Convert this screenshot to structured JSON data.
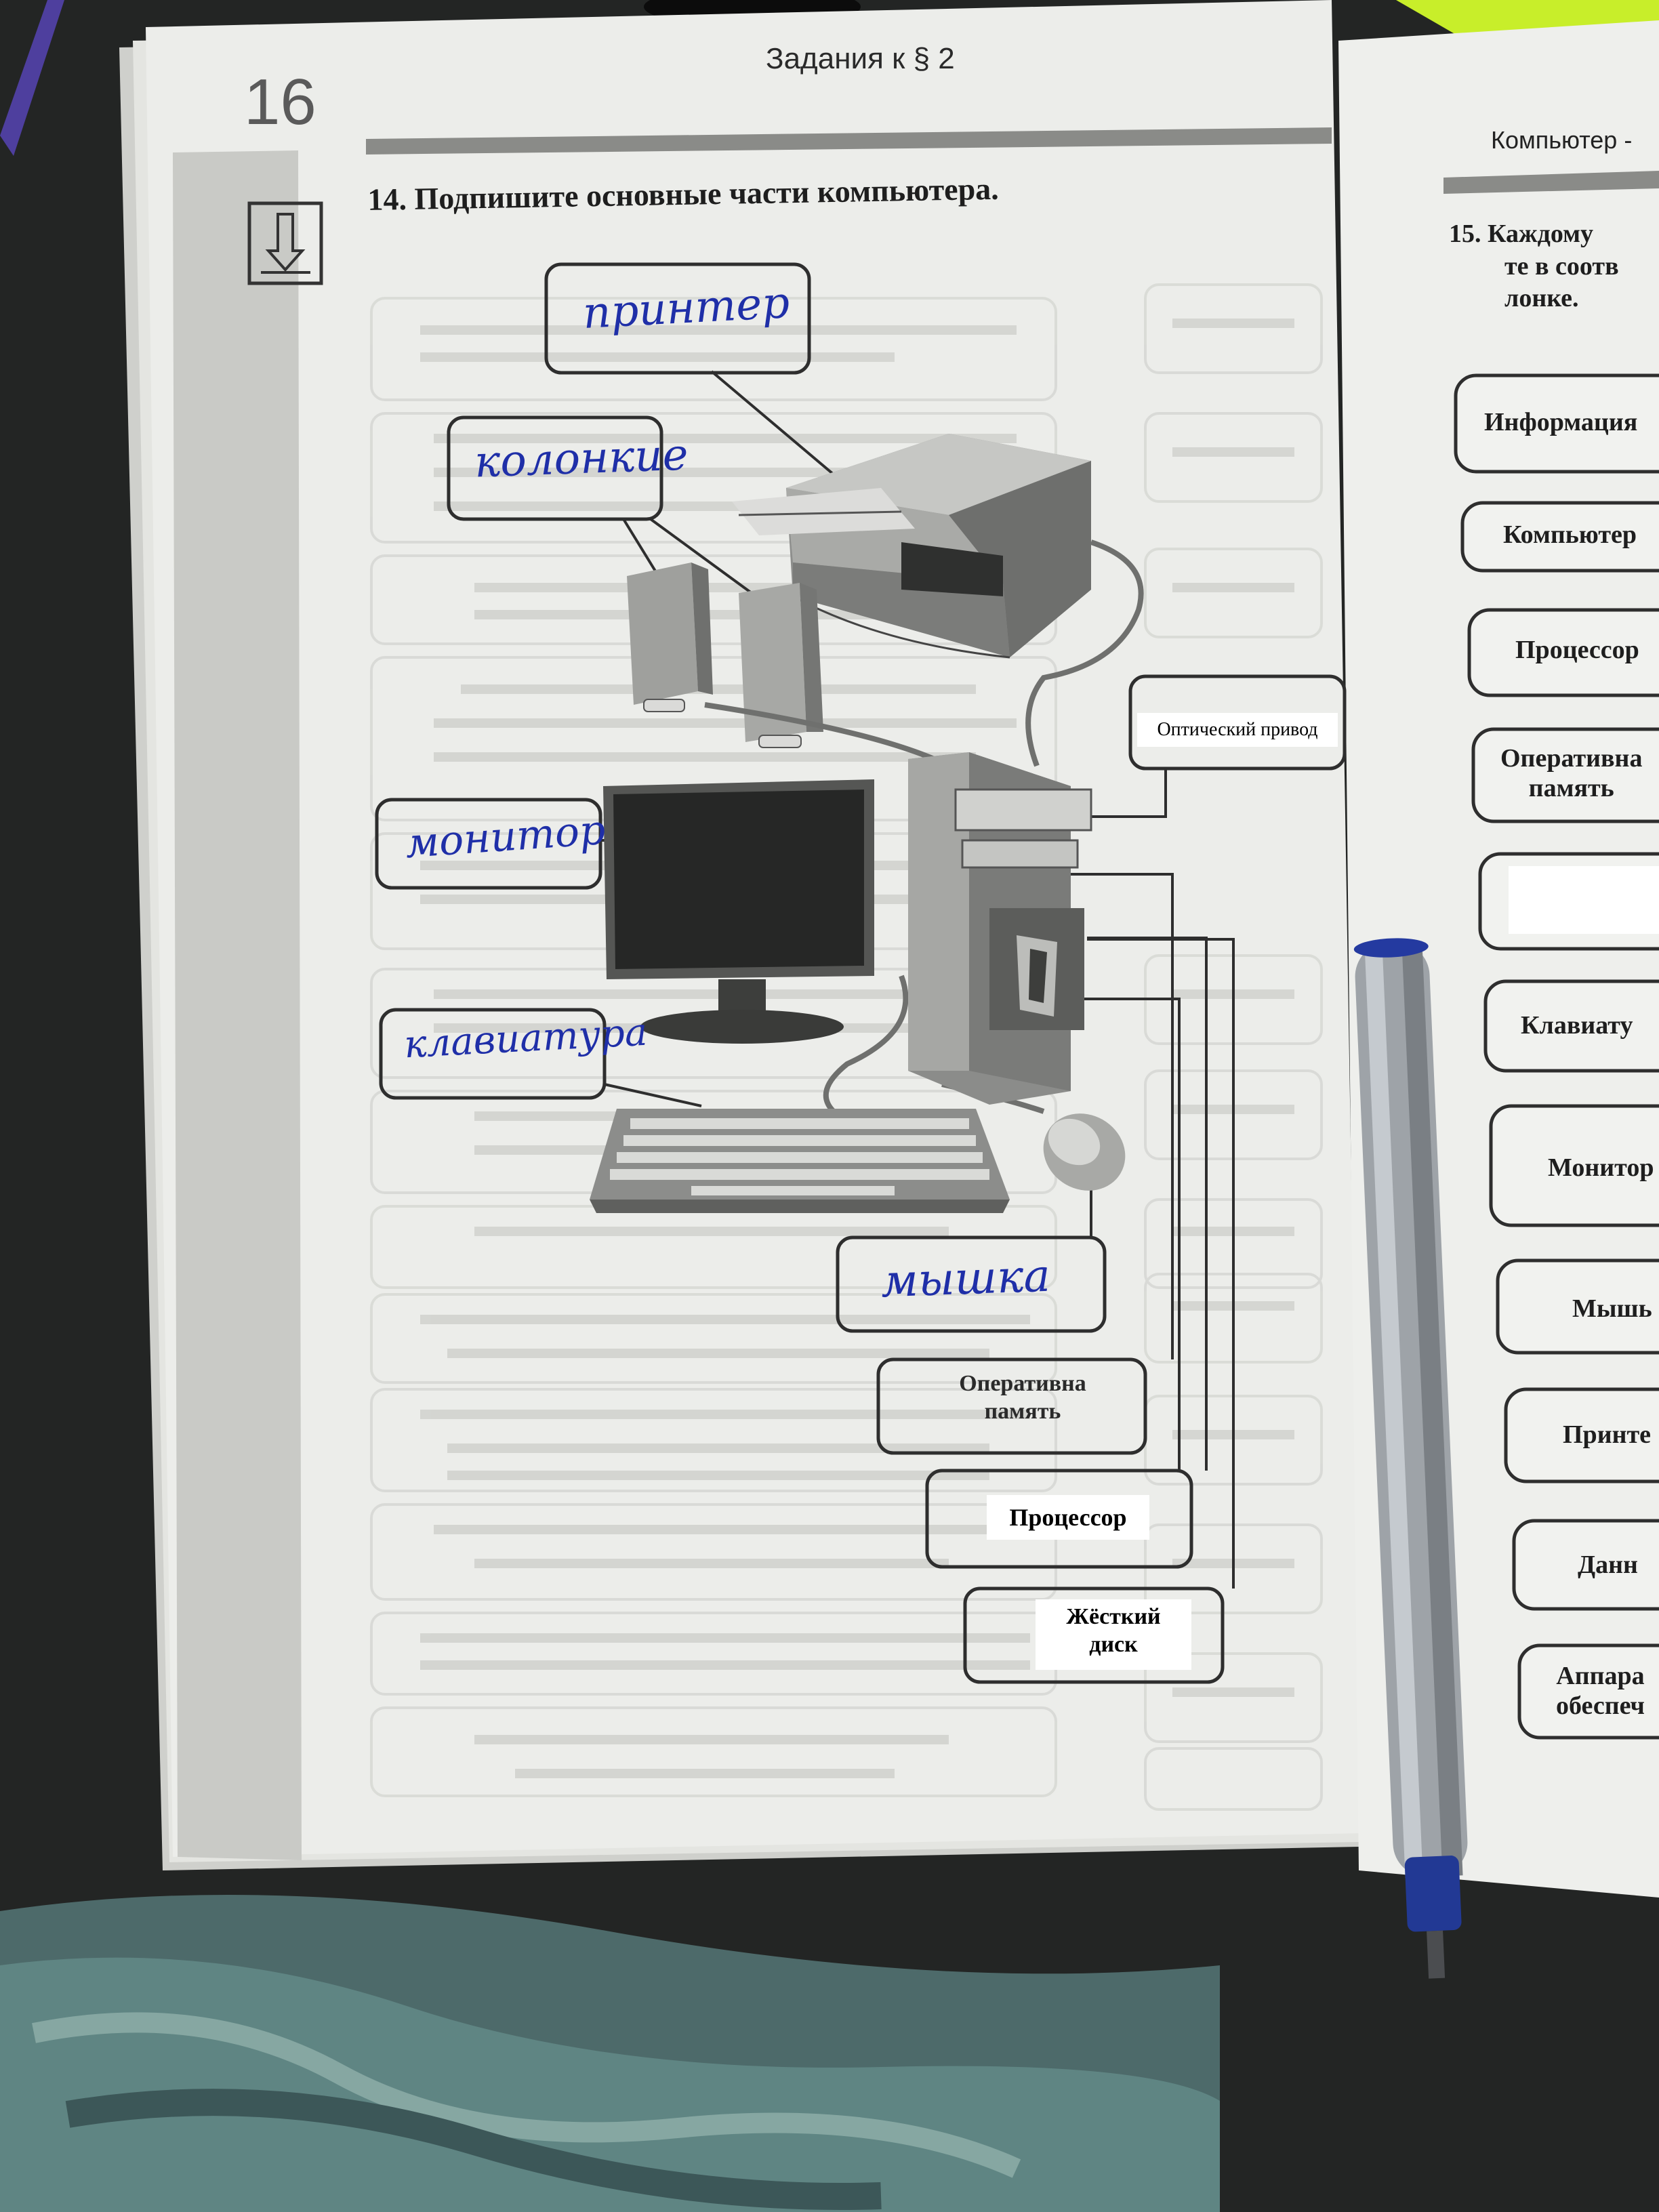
{
  "book_page": {
    "page_number": "16",
    "header": "Задания к § 2",
    "task_title": "14. Подпишите основные части компьютера."
  },
  "handwritten_labels": {
    "printer": "принтер",
    "speakers": "колонкие",
    "monitor": "монитор",
    "keyboard": "клавиатура",
    "mouse": "мышка"
  },
  "pasted_labels": {
    "optical_drive": "Оптический привод",
    "ram_line1": "Оперативна",
    "ram_line2": "память",
    "cpu": "Процессор",
    "hdd_line1": "Жёсткий",
    "hdd_line2": "диск"
  },
  "right_page": {
    "header": "Компьютер -",
    "task_number": "15.",
    "task_line1": "Каждому",
    "task_line2": "те в соотв",
    "task_line3": "лонке.",
    "items": [
      "Информация",
      "Компьютер",
      "Процессор",
      "Оперативна\nпамять",
      "",
      "Клавиату",
      "Монитор",
      "Мышь",
      "Принте",
      "Данн",
      "Аппара\nобеспеч"
    ]
  }
}
